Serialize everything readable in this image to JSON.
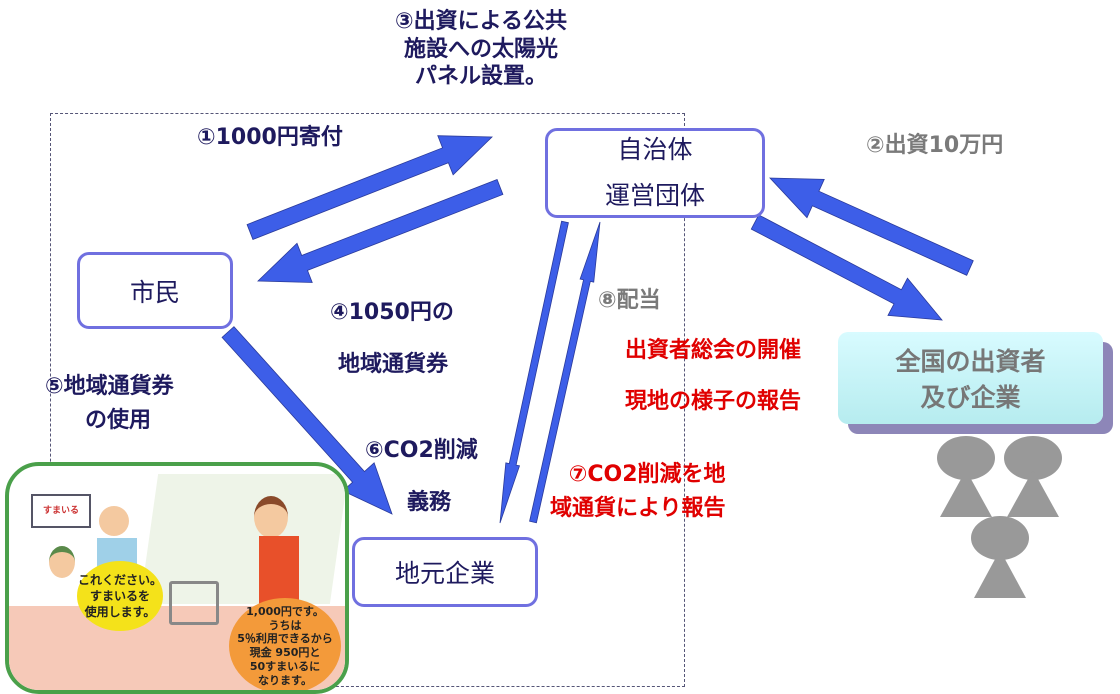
{
  "title_note": [
    "③出資による公共",
    "施設への太陽光",
    "パネル設置。"
  ],
  "labels": {
    "step1": "①1000円寄付",
    "step2": "②出資10万円",
    "step4": [
      "④1050円の",
      "地域通貨券"
    ],
    "step5": [
      "⑤地域通貨券",
      "の使用"
    ],
    "step6": [
      "⑥CO2削減",
      "義務"
    ],
    "step7": [
      "⑦CO2削減を地",
      "域通貨により報告"
    ],
    "step8": "⑧配当",
    "meeting": "出資者総会の開催",
    "report": "現地の様子の報告"
  },
  "nodes": {
    "municipality": [
      "自治体",
      "運営団体"
    ],
    "citizens": "市民",
    "local_business": "地元企業",
    "investors": [
      "全国の出資者",
      "及び企業"
    ]
  },
  "illustration": {
    "sign": "すまいる",
    "customer_bubble": [
      "これください。",
      "すまいるを",
      "使用します。"
    ],
    "clerk_bubble": [
      "1,000円です。",
      "うちは",
      "5％利用できるから",
      "現金 950円と",
      "50すまいるに",
      "なります。"
    ]
  },
  "colors": {
    "arrow": "#3d5ee8",
    "text": "#1e1a5e",
    "red": "#e00000",
    "gray": "#7a7a7a"
  }
}
